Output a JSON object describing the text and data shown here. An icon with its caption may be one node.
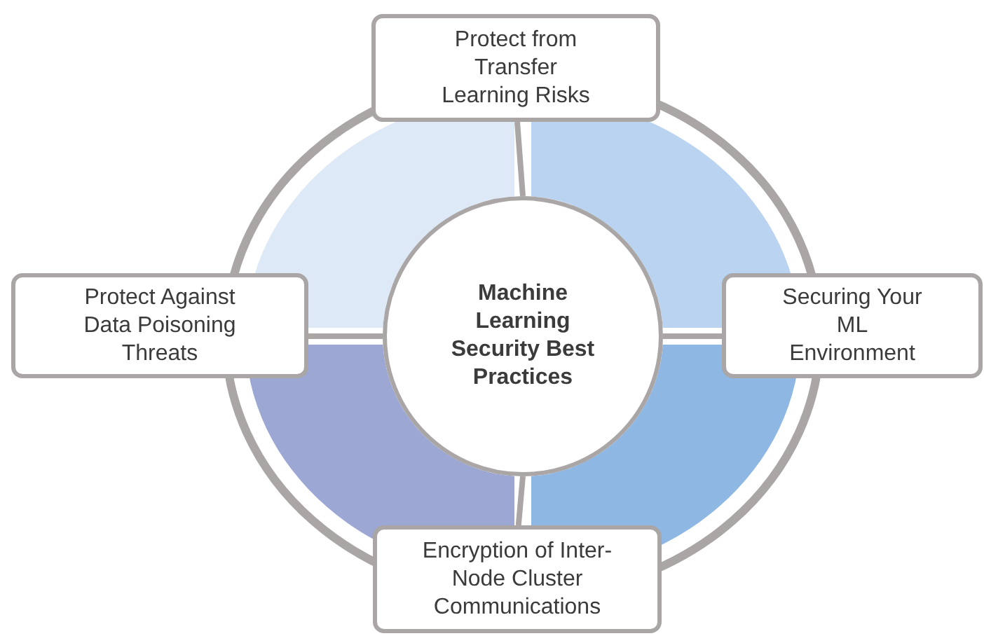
{
  "diagram": {
    "nodes": [
      {
        "text": [
          "Machine Learning Security Best Practices"
        ]
      },
      {
        "text": [
          "Protect from Transfer Learning Risks"
        ]
      },
      {
        "text": [
          "Securing Your ML Environment"
        ]
      },
      {
        "text": [
          "Encryption of Inter-Node Cluster Communications"
        ]
      },
      {
        "text": [
          "Protect Against Data Poisoning Threats"
        ]
      }
    ],
    "edges": [
      {
        "from": 0,
        "to": 1,
        "arrow": "none"
      },
      {
        "from": 0,
        "to": 2,
        "arrow": "none"
      },
      {
        "from": 0,
        "to": 3,
        "arrow": "none"
      },
      {
        "from": 0,
        "to": 4,
        "arrow": "none"
      }
    ]
  }
}
